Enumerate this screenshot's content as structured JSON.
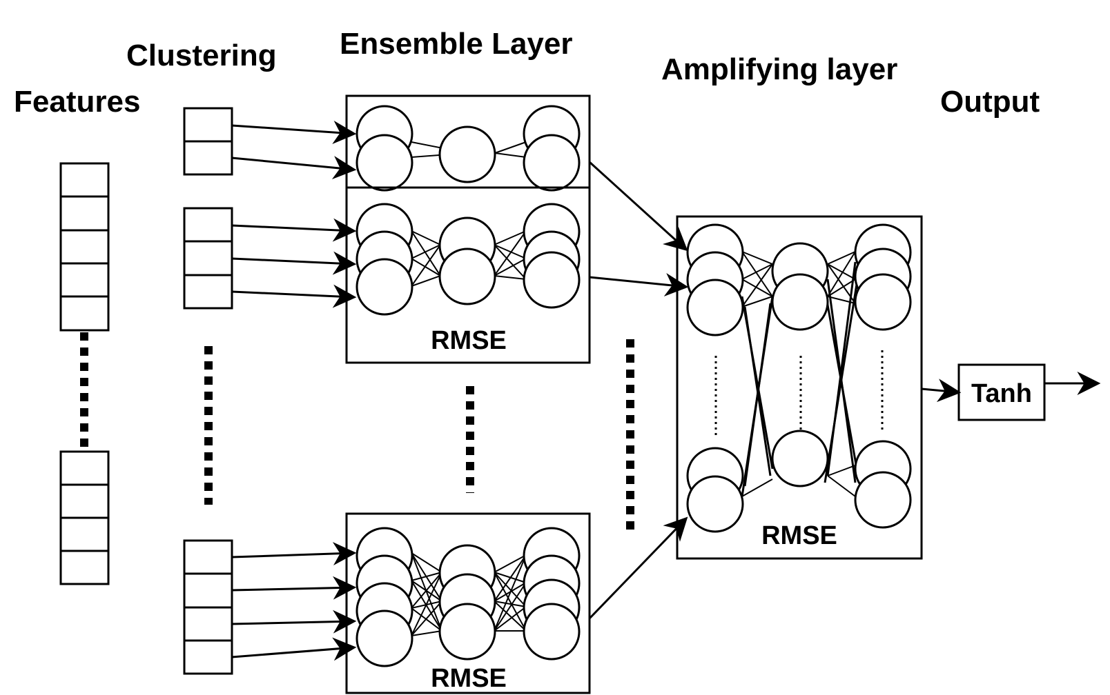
{
  "labels": {
    "features": "Features",
    "clustering": "Clustering",
    "ensemble_layer": "Ensemble Layer",
    "amplifying_layer": "Amplifying layer",
    "output": "Output"
  },
  "ensemble": {
    "rmse_label": "RMSE"
  },
  "amplifying": {
    "rmse_label": "RMSE"
  },
  "activation": {
    "label": "Tanh"
  },
  "colors": {
    "stroke": "#000000",
    "fill": "#ffffff"
  }
}
